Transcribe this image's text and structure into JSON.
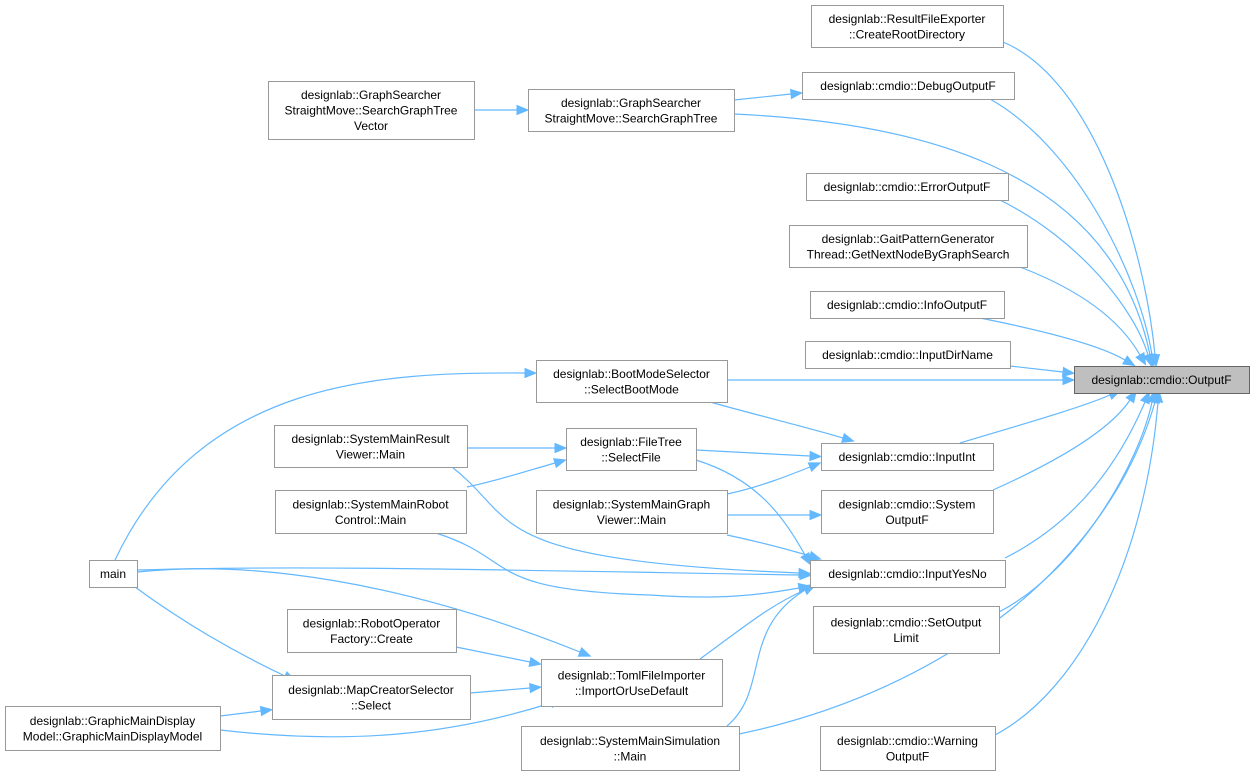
{
  "nodes": [
    {
      "id": "outputf",
      "lines": [
        "designlab::cmdio::OutputF"
      ],
      "root": true
    },
    {
      "id": "rfe",
      "lines": [
        "designlab::ResultFileExporter",
        "::CreateRootDirectory"
      ]
    },
    {
      "id": "debug",
      "lines": [
        "designlab::cmdio::DebugOutputF"
      ]
    },
    {
      "id": "gs_tree",
      "lines": [
        "designlab::GraphSearcher",
        "StraightMove::SearchGraphTree"
      ]
    },
    {
      "id": "gs_vec",
      "lines": [
        "designlab::GraphSearcher",
        "StraightMove::SearchGraphTree",
        "Vector"
      ]
    },
    {
      "id": "error",
      "lines": [
        "designlab::cmdio::ErrorOutputF"
      ]
    },
    {
      "id": "gait",
      "lines": [
        "designlab::GaitPatternGenerator",
        "Thread::GetNextNodeByGraphSearch"
      ]
    },
    {
      "id": "info",
      "lines": [
        "designlab::cmdio::InfoOutputF"
      ]
    },
    {
      "id": "inputdir",
      "lines": [
        "designlab::cmdio::InputDirName"
      ]
    },
    {
      "id": "boot",
      "lines": [
        "designlab::BootModeSelector",
        "::SelectBootMode"
      ]
    },
    {
      "id": "result",
      "lines": [
        "designlab::SystemMainResult",
        "Viewer::Main"
      ]
    },
    {
      "id": "filetree",
      "lines": [
        "designlab::FileTree",
        "::SelectFile"
      ]
    },
    {
      "id": "inputint",
      "lines": [
        "designlab::cmdio::InputInt"
      ]
    },
    {
      "id": "robot",
      "lines": [
        "designlab::SystemMainRobot",
        "Control::Main"
      ]
    },
    {
      "id": "graphviewer",
      "lines": [
        "designlab::SystemMainGraph",
        "Viewer::Main"
      ]
    },
    {
      "id": "sysout",
      "lines": [
        "designlab::cmdio::System",
        "OutputF"
      ]
    },
    {
      "id": "main",
      "lines": [
        "main"
      ]
    },
    {
      "id": "yesno",
      "lines": [
        "designlab::cmdio::InputYesNo"
      ]
    },
    {
      "id": "robotop",
      "lines": [
        "designlab::RobotOperator",
        "Factory::Create"
      ]
    },
    {
      "id": "setlimit",
      "lines": [
        "designlab::cmdio::SetOutput",
        "Limit"
      ]
    },
    {
      "id": "toml",
      "lines": [
        "designlab::TomlFileImporter",
        "::ImportOrUseDefault"
      ]
    },
    {
      "id": "mapcreator",
      "lines": [
        "designlab::MapCreatorSelector",
        "::Select"
      ]
    },
    {
      "id": "graphicmain",
      "lines": [
        "designlab::GraphicMainDisplay",
        "Model::GraphicMainDisplayModel"
      ]
    },
    {
      "id": "simulation",
      "lines": [
        "designlab::SystemMainSimulation",
        "::Main"
      ]
    },
    {
      "id": "warning",
      "lines": [
        "designlab::cmdio::Warning",
        "OutputF"
      ]
    }
  ],
  "edges": [
    [
      "rfe",
      "outputf"
    ],
    [
      "debug",
      "outputf"
    ],
    [
      "gs_tree",
      "outputf"
    ],
    [
      "gs_tree",
      "debug"
    ],
    [
      "gs_vec",
      "gs_tree"
    ],
    [
      "error",
      "outputf"
    ],
    [
      "gait",
      "outputf"
    ],
    [
      "info",
      "outputf"
    ],
    [
      "inputdir",
      "outputf"
    ],
    [
      "boot",
      "outputf"
    ],
    [
      "boot",
      "inputint"
    ],
    [
      "main",
      "boot"
    ],
    [
      "result",
      "filetree"
    ],
    [
      "filetree",
      "inputint"
    ],
    [
      "graphviewer",
      "filetree"
    ],
    [
      "inputint",
      "outputf"
    ],
    [
      "graphviewer",
      "inputint"
    ],
    [
      "graphviewer",
      "sysout"
    ],
    [
      "sysout",
      "outputf"
    ],
    [
      "graphviewer",
      "yesno"
    ],
    [
      "filetree",
      "yesno"
    ],
    [
      "result",
      "yesno"
    ],
    [
      "robot",
      "yesno"
    ],
    [
      "main",
      "yesno"
    ],
    [
      "yesno",
      "outputf"
    ],
    [
      "toml",
      "yesno"
    ],
    [
      "simulation",
      "yesno"
    ],
    [
      "setlimit",
      "outputf"
    ],
    [
      "main",
      "toml"
    ],
    [
      "main",
      "mapcreator"
    ],
    [
      "robotop",
      "toml"
    ],
    [
      "mapcreator",
      "toml"
    ],
    [
      "graphicmain",
      "mapcreator"
    ],
    [
      "graphicmain",
      "toml"
    ],
    [
      "simulation",
      "outputf"
    ],
    [
      "warning",
      "outputf"
    ]
  ]
}
